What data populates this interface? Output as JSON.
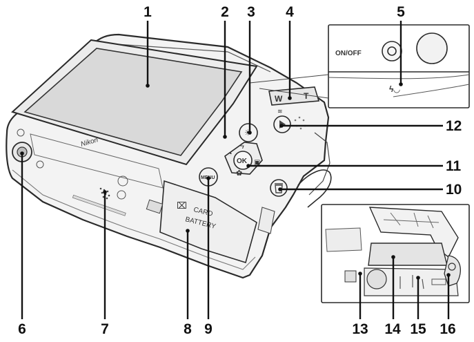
{
  "callouts": {
    "n1": "1",
    "n2": "2",
    "n3": "3",
    "n4": "4",
    "n5": "5",
    "n6": "6",
    "n7": "7",
    "n8": "8",
    "n9": "9",
    "n10": "10",
    "n11": "11",
    "n12": "12",
    "n13": "13",
    "n14": "14",
    "n15": "15",
    "n16": "16"
  },
  "camera_text": {
    "brand": "Nikon",
    "zoom_w": "W",
    "zoom_t": "T",
    "power": "ON/OFF",
    "ok": "OK",
    "menu": "MENU",
    "card": "CARD",
    "battery": "BATTERY"
  },
  "colors": {
    "body": "#f3f3f3",
    "outline": "#2a2a2a",
    "screen": "#d9d9d9",
    "callout": "#111111"
  }
}
